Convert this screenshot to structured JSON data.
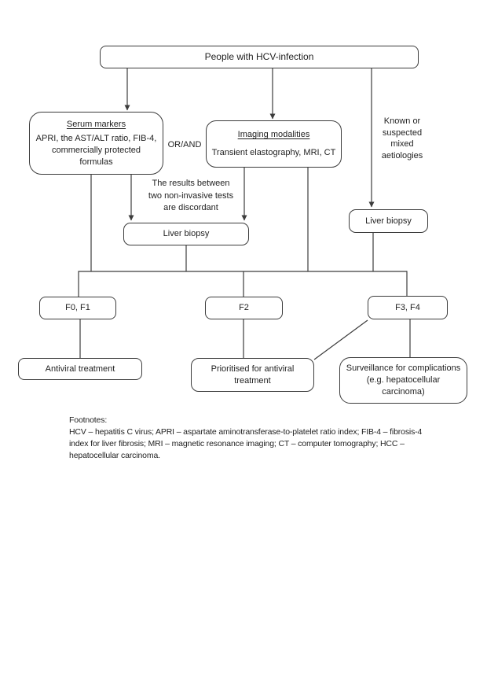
{
  "colors": {
    "background": "#ffffff",
    "line": "#3c3c3c",
    "text": "#1f1f1f"
  },
  "diagram": {
    "nodes": {
      "hcv": {
        "label": "People with HCV-infection"
      },
      "serum": {
        "title": "Serum markers",
        "body": "APRI, the AST/ALT ratio, FIB-4,\ncommercially protected\nformulas"
      },
      "or_and": {
        "label": "OR/AND"
      },
      "imaging": {
        "title": "Imaging modalities",
        "body": "Transient elastography, MRI, CT"
      },
      "known_mixed": {
        "label": "Known or\nsuspected\nmixed\naetiologies"
      },
      "discordant": {
        "label": "The results between\ntwo non-invasive tests\nare discordant"
      },
      "biopsy_mid": {
        "label": "Liver biopsy"
      },
      "biopsy_right": {
        "label": "Liver biopsy"
      },
      "f01": {
        "label": "F0, F1"
      },
      "f2": {
        "label": "F2"
      },
      "f34": {
        "label": "F3, F4"
      },
      "antiviral": {
        "label": "Antiviral treatment"
      },
      "prioritised": {
        "label": "Prioritised for antiviral\ntreatment"
      },
      "surveillance": {
        "label": "Surveillance for complications\n(e.g. hepatocellular\ncarcinoma)"
      }
    },
    "footnotes": {
      "lines": [
        "Footnotes:",
        "HCV – hepatitis C virus; APRI – aspartate aminotransferase-to-platelet ratio index; FIB-4 – fibrosis-4",
        "index for liver fibrosis; MRI – magnetic resonance imaging; CT – computer tomography; HCC –",
        "hepatocellular carcinoma."
      ]
    }
  }
}
